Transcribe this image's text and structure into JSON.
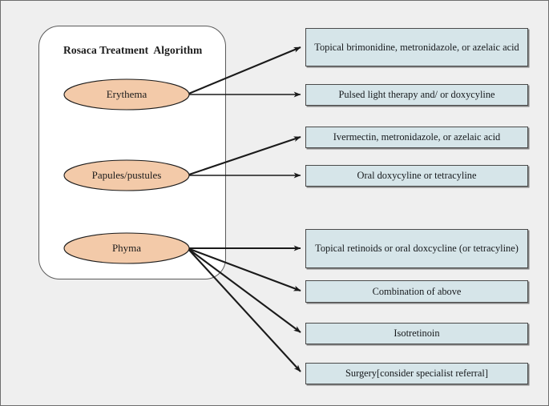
{
  "figure": {
    "title": "Rosaca Treatment  Algorithm",
    "background_color": "#efefef",
    "panel_fill": "#ffffff",
    "node_fill": "#f3caa9",
    "box_fill": "#d6e5e9",
    "line_color": "#1a1a1a"
  },
  "nodes": [
    {
      "id": "erythema",
      "label": "Erythema"
    },
    {
      "id": "papules",
      "label": "Papules/pustules"
    },
    {
      "id": "phyma",
      "label": "Phyma"
    }
  ],
  "treatments": [
    {
      "id": "tx1",
      "label": "Topical brimonidine, metronidazole, or azelaic acid"
    },
    {
      "id": "tx2",
      "label": "Pulsed light therapy and/ or doxycyline"
    },
    {
      "id": "tx3",
      "label": "Ivermectin, metronidazole, or azelaic acid"
    },
    {
      "id": "tx4",
      "label": "Oral doxycyline or tetracyline"
    },
    {
      "id": "tx5",
      "label": "Topical retinoids or oral doxcycline (or tetracyline)"
    },
    {
      "id": "tx6",
      "label": "Combination of above"
    },
    {
      "id": "tx7",
      "label": "Isotretinoin"
    },
    {
      "id": "tx8",
      "label": "Surgery[consider specialist referral]"
    }
  ],
  "edges": [
    {
      "from": "erythema",
      "to": "tx1"
    },
    {
      "from": "erythema",
      "to": "tx2"
    },
    {
      "from": "papules",
      "to": "tx3"
    },
    {
      "from": "papules",
      "to": "tx4"
    },
    {
      "from": "phyma",
      "to": "tx5"
    },
    {
      "from": "phyma",
      "to": "tx6"
    },
    {
      "from": "phyma",
      "to": "tx7"
    },
    {
      "from": "phyma",
      "to": "tx8"
    }
  ]
}
